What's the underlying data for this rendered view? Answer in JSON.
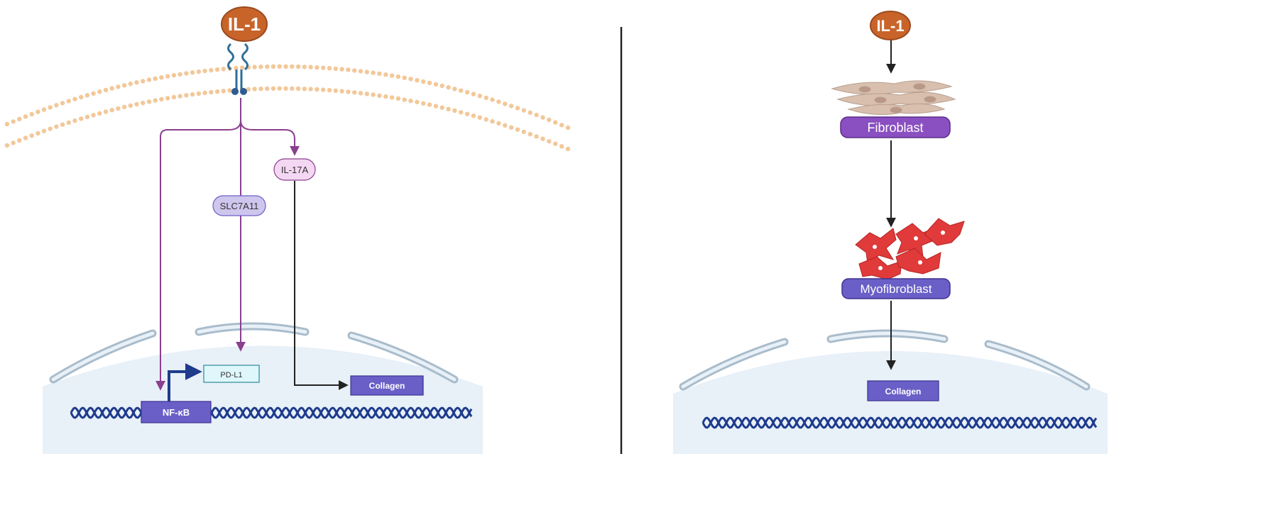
{
  "left_panel": {
    "ligand": "IL-1",
    "il17a": "IL-17A",
    "slc7a11": "SLC7A11",
    "pdl1": "PD-L1",
    "nfkb": "NF-κB",
    "collagen": "Collagen"
  },
  "right_panel": {
    "ligand": "IL-1",
    "fibroblast": "Fibroblast",
    "myofibroblast": "Myofibroblast",
    "collagen": "Collagen"
  },
  "colors": {
    "ligand_orange": "#c8642a",
    "purple_arrow": "#8a3f8f",
    "dark_arrow": "#222222",
    "protein_box": "#6a5fc7",
    "fibroblast_label": "#8a4fc0",
    "pink_pill": "#f4d7f2",
    "lilac_pill": "#cfc6ee",
    "pdl1_box": "#dff7fb",
    "membrane_dot": "#f2c89a",
    "nucleus_fill": "#e8f0f8",
    "dna_blue": "#1e3b8c",
    "myofibroblast_red": "#e03a3a",
    "fibroblast_tan": "#d8bfae"
  }
}
